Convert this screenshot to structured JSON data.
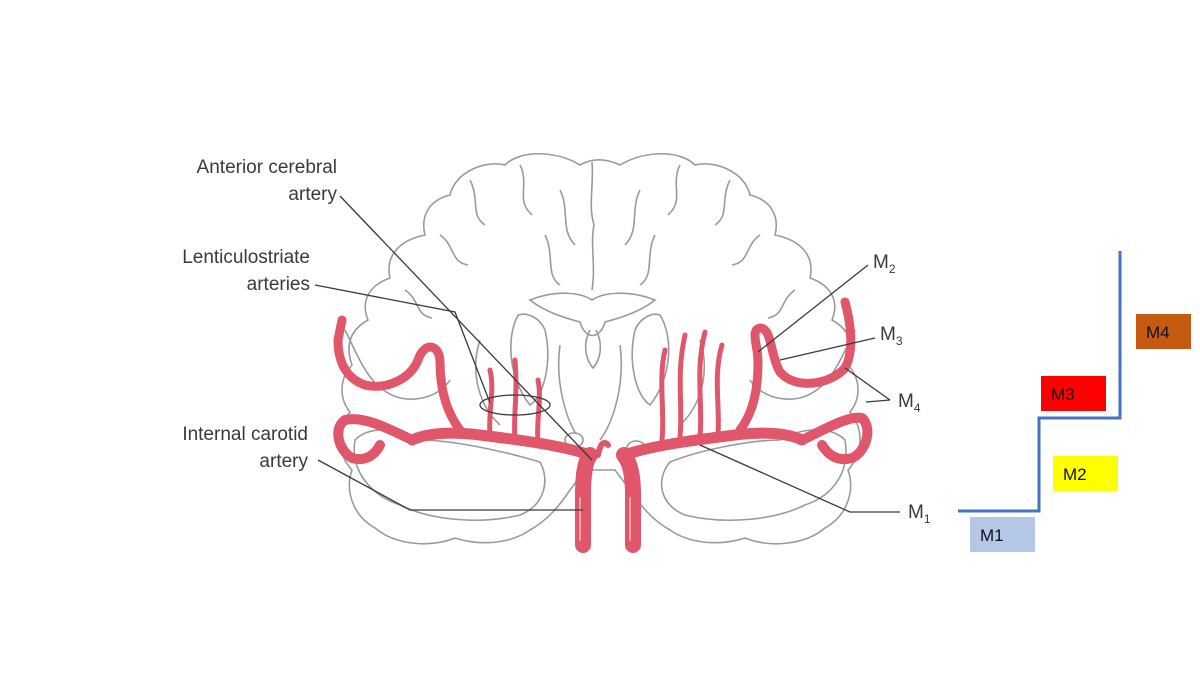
{
  "labels": {
    "aca_line1": "Anterior cerebral",
    "aca_line2": "artery",
    "lent_line1": "Lenticulostriate",
    "lent_line2": "arteries",
    "ica_line1": "Internal carotid",
    "ica_line2": "artery",
    "m1_main": "M",
    "m1_sub": "1",
    "m2_main": "M",
    "m2_sub": "2",
    "m3_main": "M",
    "m3_sub": "3",
    "m4_main": "M",
    "m4_sub": "4"
  },
  "segments": [
    {
      "label": "M1",
      "color": "#b4c7e7"
    },
    {
      "label": "M2",
      "color": "#ffff00"
    },
    {
      "label": "M3",
      "color": "#ff0000"
    },
    {
      "label": "M4",
      "color": "#c55a11"
    }
  ],
  "colors": {
    "artery": "#e0576b",
    "brain_outline": "#9a9a9a",
    "step_line": "#4472c4"
  }
}
